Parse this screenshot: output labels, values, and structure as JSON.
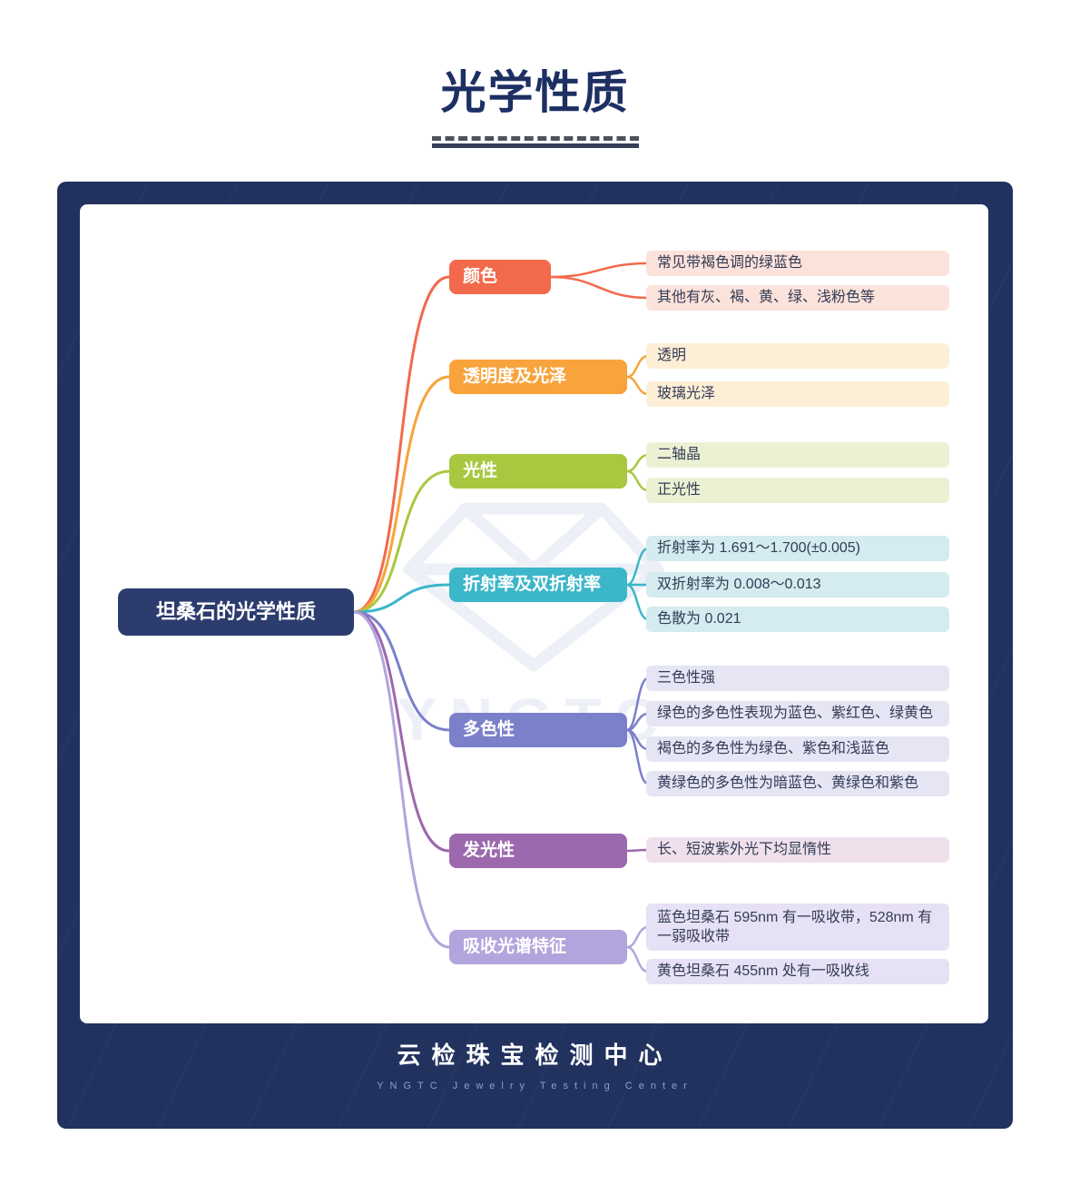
{
  "page": {
    "title": "光学性质",
    "watermark": "YNGTC",
    "footer": {
      "main": "云检珠宝检测中心",
      "sub": "YNGTC Jewelry Testing Center"
    }
  },
  "colors": {
    "title_text": "#1d2f63",
    "panel": "#22325f",
    "root_bg": "#2c3c6e",
    "watermark": "#e9edf6"
  },
  "mindmap": {
    "root": "坦桑石的光学性质",
    "branches": [
      {
        "label": "颜色",
        "color": "#f26a4b",
        "tint": "#fbe2da",
        "children": [
          "常见带褐色调的绿蓝色",
          "其他有灰、褐、黄、绿、浅粉色等"
        ]
      },
      {
        "label": "透明度及光泽",
        "color": "#f8a33c",
        "tint": "#fdeed6",
        "children": [
          "透明",
          "玻璃光泽"
        ]
      },
      {
        "label": "光性",
        "color": "#a8c840",
        "tint": "#ecf1d3",
        "children": [
          "二轴晶",
          "正光性"
        ]
      },
      {
        "label": "折射率及双折射率",
        "color": "#3cb6c9",
        "tint": "#d4ebef",
        "children": [
          "折射率为 1.691〜1.700(±0.005)",
          "双折射率为 0.008〜0.013",
          "色散为 0.021"
        ]
      },
      {
        "label": "多色性",
        "color": "#7b80ca",
        "tint": "#e5e5f4",
        "children": [
          "三色性强",
          "绿色的多色性表现为蓝色、紫红色、绿黄色",
          "褐色的多色性为绿色、紫色和浅蓝色",
          "黄绿色的多色性为暗蓝色、黄绿色和紫色"
        ]
      },
      {
        "label": "发光性",
        "color": "#9c68ae",
        "tint": "#efe0ec",
        "children": [
          "长、短波紫外光下均显惰性"
        ]
      },
      {
        "label": "吸收光谱特征",
        "color": "#b2a4dc",
        "tint": "#e7e1f5",
        "children": [
          "蓝色坦桑石 595nm 有一吸收带，528nm 有一弱吸收带",
          "黄色坦桑石 455nm 处有一吸收线"
        ]
      }
    ]
  }
}
